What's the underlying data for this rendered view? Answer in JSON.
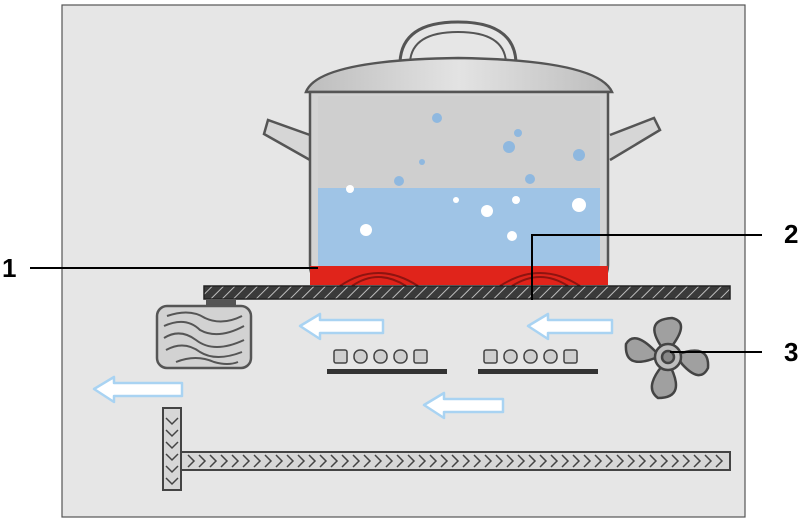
{
  "callouts": [
    {
      "id": "1",
      "label": "1"
    },
    {
      "id": "2",
      "label": "2"
    },
    {
      "id": "3",
      "label": "3"
    }
  ],
  "colors": {
    "panel": "#e6e6e6",
    "pot": "#cfcfcf",
    "water": "#9fc4e6",
    "heat_zone": "#e0241b",
    "airflow_arrow": "#a9d3f2",
    "glass_plate": "#2b2b2b",
    "fan": "#9a9a9a"
  },
  "icons": {
    "pot": "cooking-pot-icon",
    "fan": "cooling-fan-icon",
    "heat_sink": "heat-sink-icon",
    "airflow": "airflow-arrow-icon"
  }
}
